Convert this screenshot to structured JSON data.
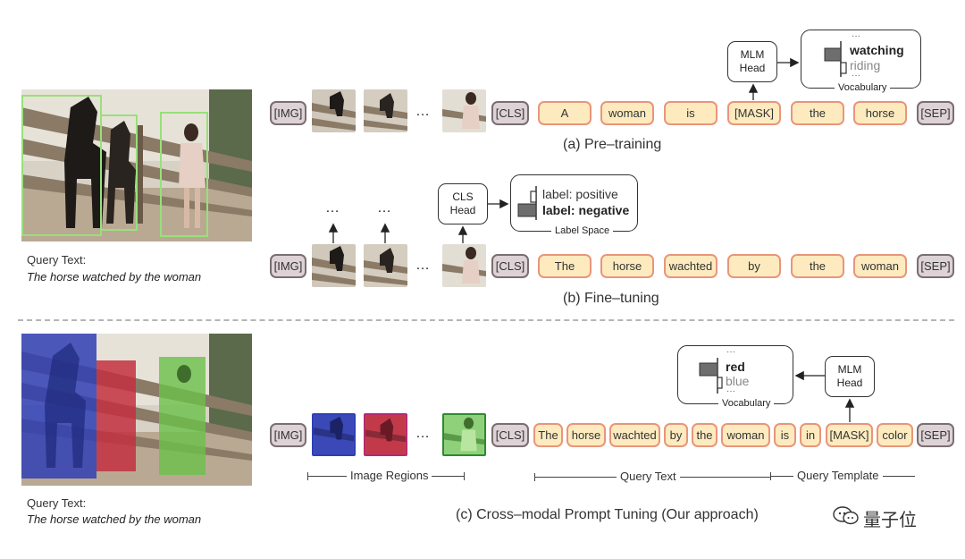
{
  "query_label": "Query Text:",
  "query_text": "The horse watched by the woman",
  "special": {
    "img": "[IMG]",
    "cls": "[CLS]",
    "sep": "[SEP]"
  },
  "ellipsis": "…",
  "vdots": "···",
  "pretraining": {
    "tokens": [
      "A",
      "woman",
      "is",
      "[MASK]",
      "the",
      "horse"
    ],
    "caption": "(a) Pre–training",
    "head": [
      "MLM",
      "Head"
    ],
    "vocab_top": "watching",
    "vocab_bottom": "riding",
    "vocab_caption": "Vocabulary"
  },
  "finetuning": {
    "tokens": [
      "The",
      "horse",
      "wachted",
      "by",
      "the",
      "woman"
    ],
    "caption": "(b) Fine–tuning",
    "head": [
      "CLS",
      "Head"
    ],
    "label_top": "label: positive",
    "label_bottom": "label: negative",
    "label_caption": "Label Space"
  },
  "cpt": {
    "tokens": [
      "The",
      "horse",
      "wachted",
      "by",
      "the",
      "woman",
      "is",
      "in",
      "[MASK]",
      "color"
    ],
    "caption": "(c) Cross–modal Prompt Tuning (Our approach)",
    "head": [
      "MLM",
      "Head"
    ],
    "vocab_top": "red",
    "vocab_bottom": "blue",
    "vocab_caption": "Vocabulary",
    "bracket_regions": "Image Regions",
    "bracket_query": "Query Text",
    "bracket_template": "Query Template"
  },
  "region_colors": {
    "blue": "#2f3fb5",
    "red": "#c2303f",
    "green": "#6cc04a",
    "outline": "#98e07a"
  },
  "watermark": "量子位",
  "icons": [
    "wechat-logo-icon"
  ]
}
